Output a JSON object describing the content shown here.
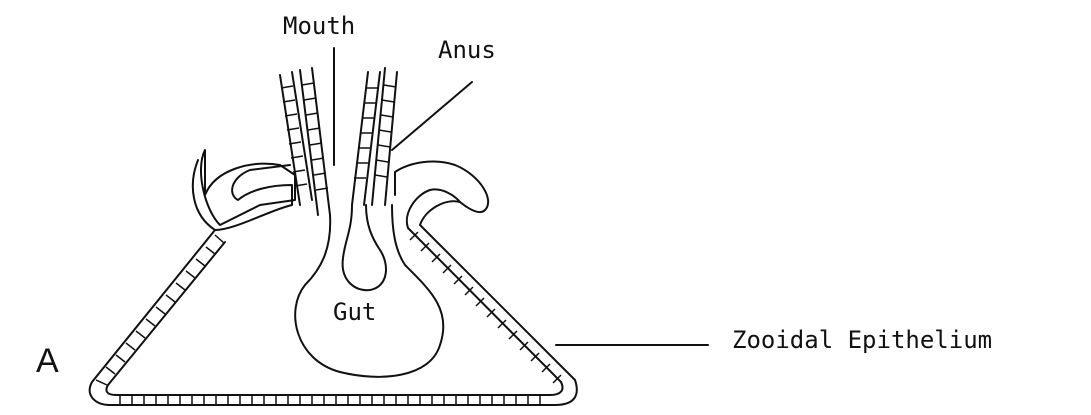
{
  "labels": {
    "mouth": "Mouth",
    "anus": "Anus",
    "gut": "Gut",
    "epithelium": "Zooidal Epithelium",
    "panel": "A"
  }
}
